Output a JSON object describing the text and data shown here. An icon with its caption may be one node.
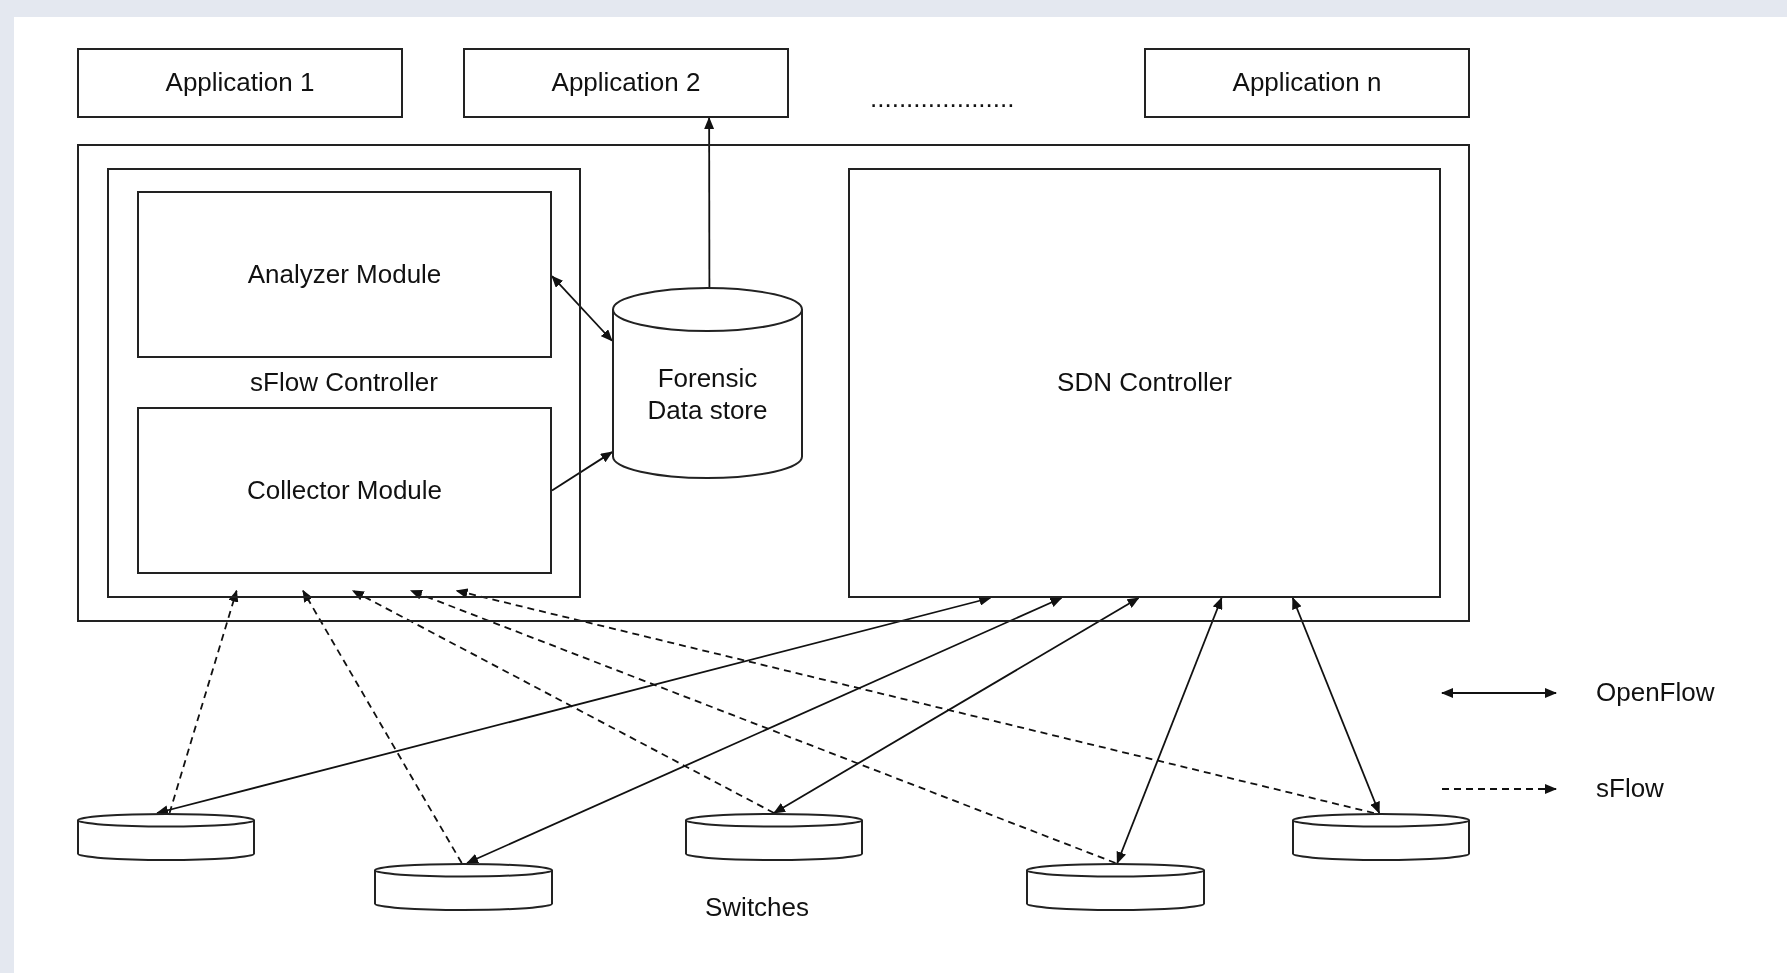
{
  "diagram": {
    "nodes": [
      {
        "text": [
          "Application 1"
        ]
      },
      {
        "text": [
          "Application 2"
        ]
      },
      {
        "text": [
          "Application n"
        ]
      },
      {
        "text": [],
        "shape": "box"
      },
      {
        "text": [
          "sFlow Controller"
        ],
        "in": 3
      },
      {
        "text": [
          "Analyzer Module"
        ],
        "in": 4
      },
      {
        "text": [
          "Collector Module"
        ],
        "in": 4
      },
      {
        "text": [
          "Forensic Data store"
        ],
        "in": 3
      },
      {
        "text": [
          "SDN Controller"
        ],
        "in": 3
      },
      {
        "text": [],
        "shape": "cylinder"
      },
      {
        "text": [],
        "shape": "cylinder"
      },
      {
        "text": [],
        "shape": "cylinder"
      },
      {
        "text": [],
        "shape": "cylinder"
      },
      {
        "text": [],
        "shape": "cylinder"
      }
    ],
    "edges": [
      {
        "from": 7,
        "to": 1,
        "arrow": "to"
      },
      {
        "from": 5,
        "to": 7,
        "arrow": "both"
      },
      {
        "from": 6,
        "to": 7,
        "arrow": "to"
      },
      {
        "from": 9,
        "to": 6,
        "arrow": "to",
        "style": "dashed"
      },
      {
        "from": 10,
        "to": 6,
        "arrow": "to",
        "style": "dashed"
      },
      {
        "from": 11,
        "to": 6,
        "arrow": "to",
        "style": "dashed"
      },
      {
        "from": 12,
        "to": 6,
        "arrow": "to",
        "style": "dashed"
      },
      {
        "from": 13,
        "to": 6,
        "arrow": "to",
        "style": "dashed"
      },
      {
        "from": 8,
        "to": 9,
        "arrow": "both"
      },
      {
        "from": 8,
        "to": 10,
        "arrow": "both"
      },
      {
        "from": 8,
        "to": 11,
        "arrow": "both"
      },
      {
        "from": 8,
        "to": 12,
        "arrow": "both"
      },
      {
        "from": 8,
        "to": 13,
        "arrow": "both"
      }
    ],
    "labels": [
      "....................",
      "Switches"
    ],
    "legend": [
      {
        "text": "OpenFlow"
      },
      {
        "text": "sFlow"
      }
    ]
  }
}
